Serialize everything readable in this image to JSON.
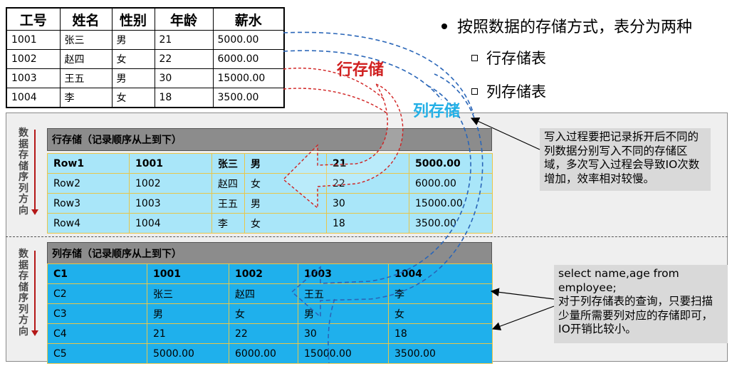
{
  "source_table": {
    "headers": [
      "工号",
      "姓名",
      "性别",
      "年龄",
      "薪水"
    ],
    "rows": [
      [
        "1001",
        "张三",
        "男",
        "21",
        "5000.00"
      ],
      [
        "1002",
        "赵四",
        "女",
        "22",
        "6000.00"
      ],
      [
        "1003",
        "王五",
        "男",
        "30",
        "15000.00"
      ],
      [
        "1004",
        "李",
        "女",
        "18",
        "3500.00"
      ]
    ]
  },
  "bullets": {
    "main": "按照数据的存储方式，表分为两种",
    "subs": [
      "行存储表",
      "列存储表"
    ]
  },
  "labels": {
    "row_store": "行存储",
    "col_store": "列存储"
  },
  "vertical_label": "数据存储序列方向",
  "row_section": {
    "title": "行存储（记录顺序从上到下）",
    "rows": [
      [
        "Row1",
        "1001",
        "张三",
        "男",
        "21",
        "5000.00"
      ],
      [
        "Row2",
        "1002",
        "赵四",
        "女",
        "22",
        "6000.00"
      ],
      [
        "Row3",
        "1003",
        "王五",
        "男",
        "30",
        "15000.00"
      ],
      [
        "Row4",
        "1004",
        "李",
        "女",
        "18",
        "3500.00"
      ]
    ]
  },
  "col_section": {
    "title": "列存储（记录顺序从上到下）",
    "rows": [
      [
        "C1",
        "1001",
        "1002",
        "1003",
        "1004"
      ],
      [
        "C2",
        "张三",
        "赵四",
        "王五",
        "李"
      ],
      [
        "C3",
        "男",
        "女",
        "男",
        "女"
      ],
      [
        "C4",
        "21",
        "22",
        "30",
        "18"
      ],
      [
        "C5",
        "5000.00",
        "6000.00",
        "15000.00",
        "3500.00"
      ]
    ]
  },
  "notes": {
    "row_note": "写入过程要把记录拆开后不同的列数据分别写入不同的存储区域，多次写入过程会导致IO次数增加，效率相对较慢。",
    "col_note_sql": "select name,age from employee;",
    "col_note_text": "对于列存储表的查询，只要扫描少量所需要列对应的存储即可，IO开销比较小。"
  },
  "colors": {
    "red": "#d02020",
    "blue": "#24b0e6",
    "row_fill": "#a9e6f9",
    "col_fill": "#1fb0ec",
    "cell_border": "#e8c64a"
  }
}
